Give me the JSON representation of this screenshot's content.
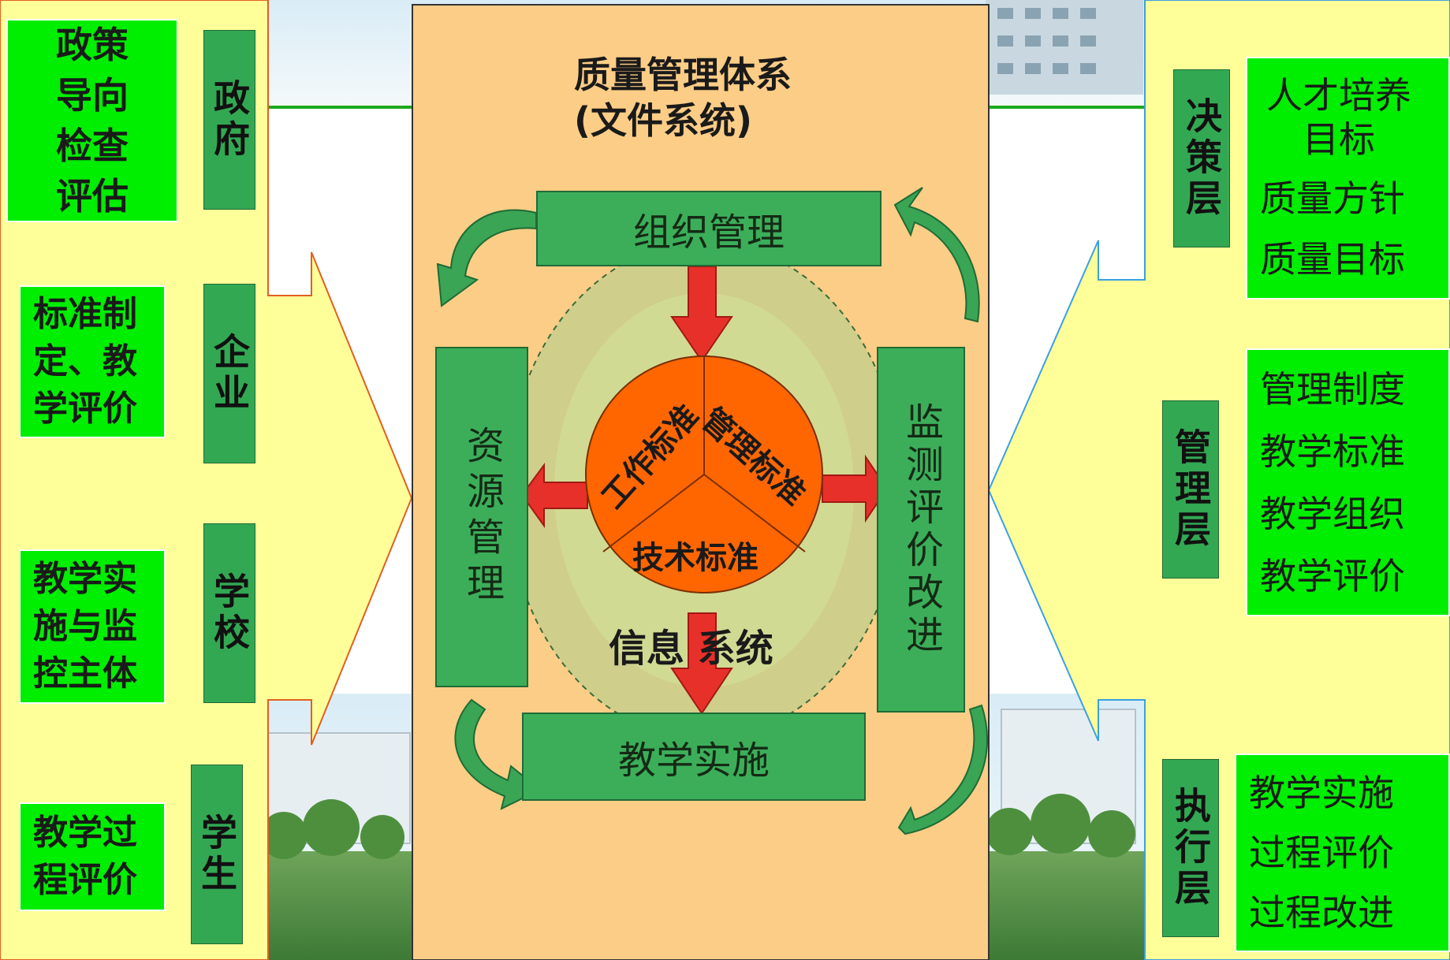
{
  "left_groups": [
    {
      "actor": "政府",
      "role": "政策导向检查评估"
    },
    {
      "actor": "企业",
      "role": "标准制定、教学评价"
    },
    {
      "actor": "学校",
      "role": "教学实施与监控主体"
    },
    {
      "actor": "学生",
      "role": "教学过程评价"
    }
  ],
  "center": {
    "title_line1": "质量管理体系",
    "title_line2": "(文件系统)",
    "top_box": "组织管理",
    "bottom_box": "教学实施",
    "left_box": "资源管理",
    "right_box": "监测评价改进",
    "circle_labels": [
      "工作标准",
      "管理标准",
      "技术标准"
    ],
    "info_system": "信息 系统"
  },
  "right_layers": [
    {
      "layer": "决策层",
      "items": [
        "人才培养目标",
        "质量方针",
        "质量目标"
      ]
    },
    {
      "layer": "管理层",
      "items": [
        "管理制度",
        "教学标准",
        "教学组织",
        "教学评价"
      ]
    },
    {
      "layer": "执行层",
      "items": [
        "教学实施",
        "过程评价",
        "过程改进"
      ]
    }
  ],
  "colors": {
    "bright_green": "#00ee00",
    "dark_green": "#33a853",
    "arrow_red": "#e8302a",
    "circle_orange": "#ff6600",
    "center_panel": "#fccd86",
    "side_panel": "#ffff99"
  }
}
